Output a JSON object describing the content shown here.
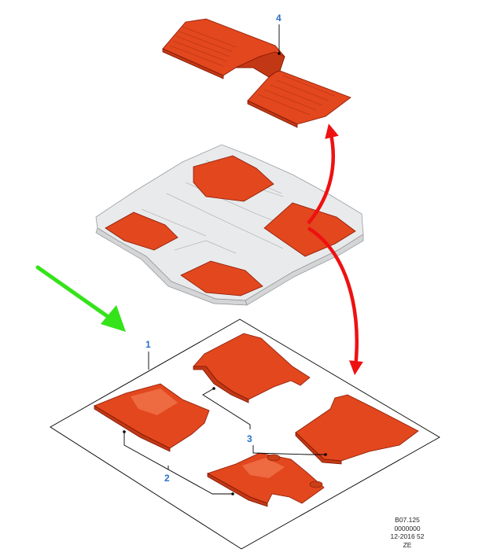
{
  "callouts": {
    "item_1": "1",
    "item_2": "2",
    "item_3": "3",
    "item_4": "4"
  },
  "stamp": {
    "line1": "B07.125",
    "line2": "0000000",
    "line3": "12-2016 52",
    "line4": "ZE"
  },
  "colors": {
    "mat": "#e2471e",
    "callout_text": "#2a6fc9",
    "arrow_green": "#35e31a",
    "arrow_red": "#ee1111"
  },
  "icons": {
    "assembly_arrow": "green-arrow-icon",
    "position_arrows": "red-curved-arrow-icon"
  }
}
